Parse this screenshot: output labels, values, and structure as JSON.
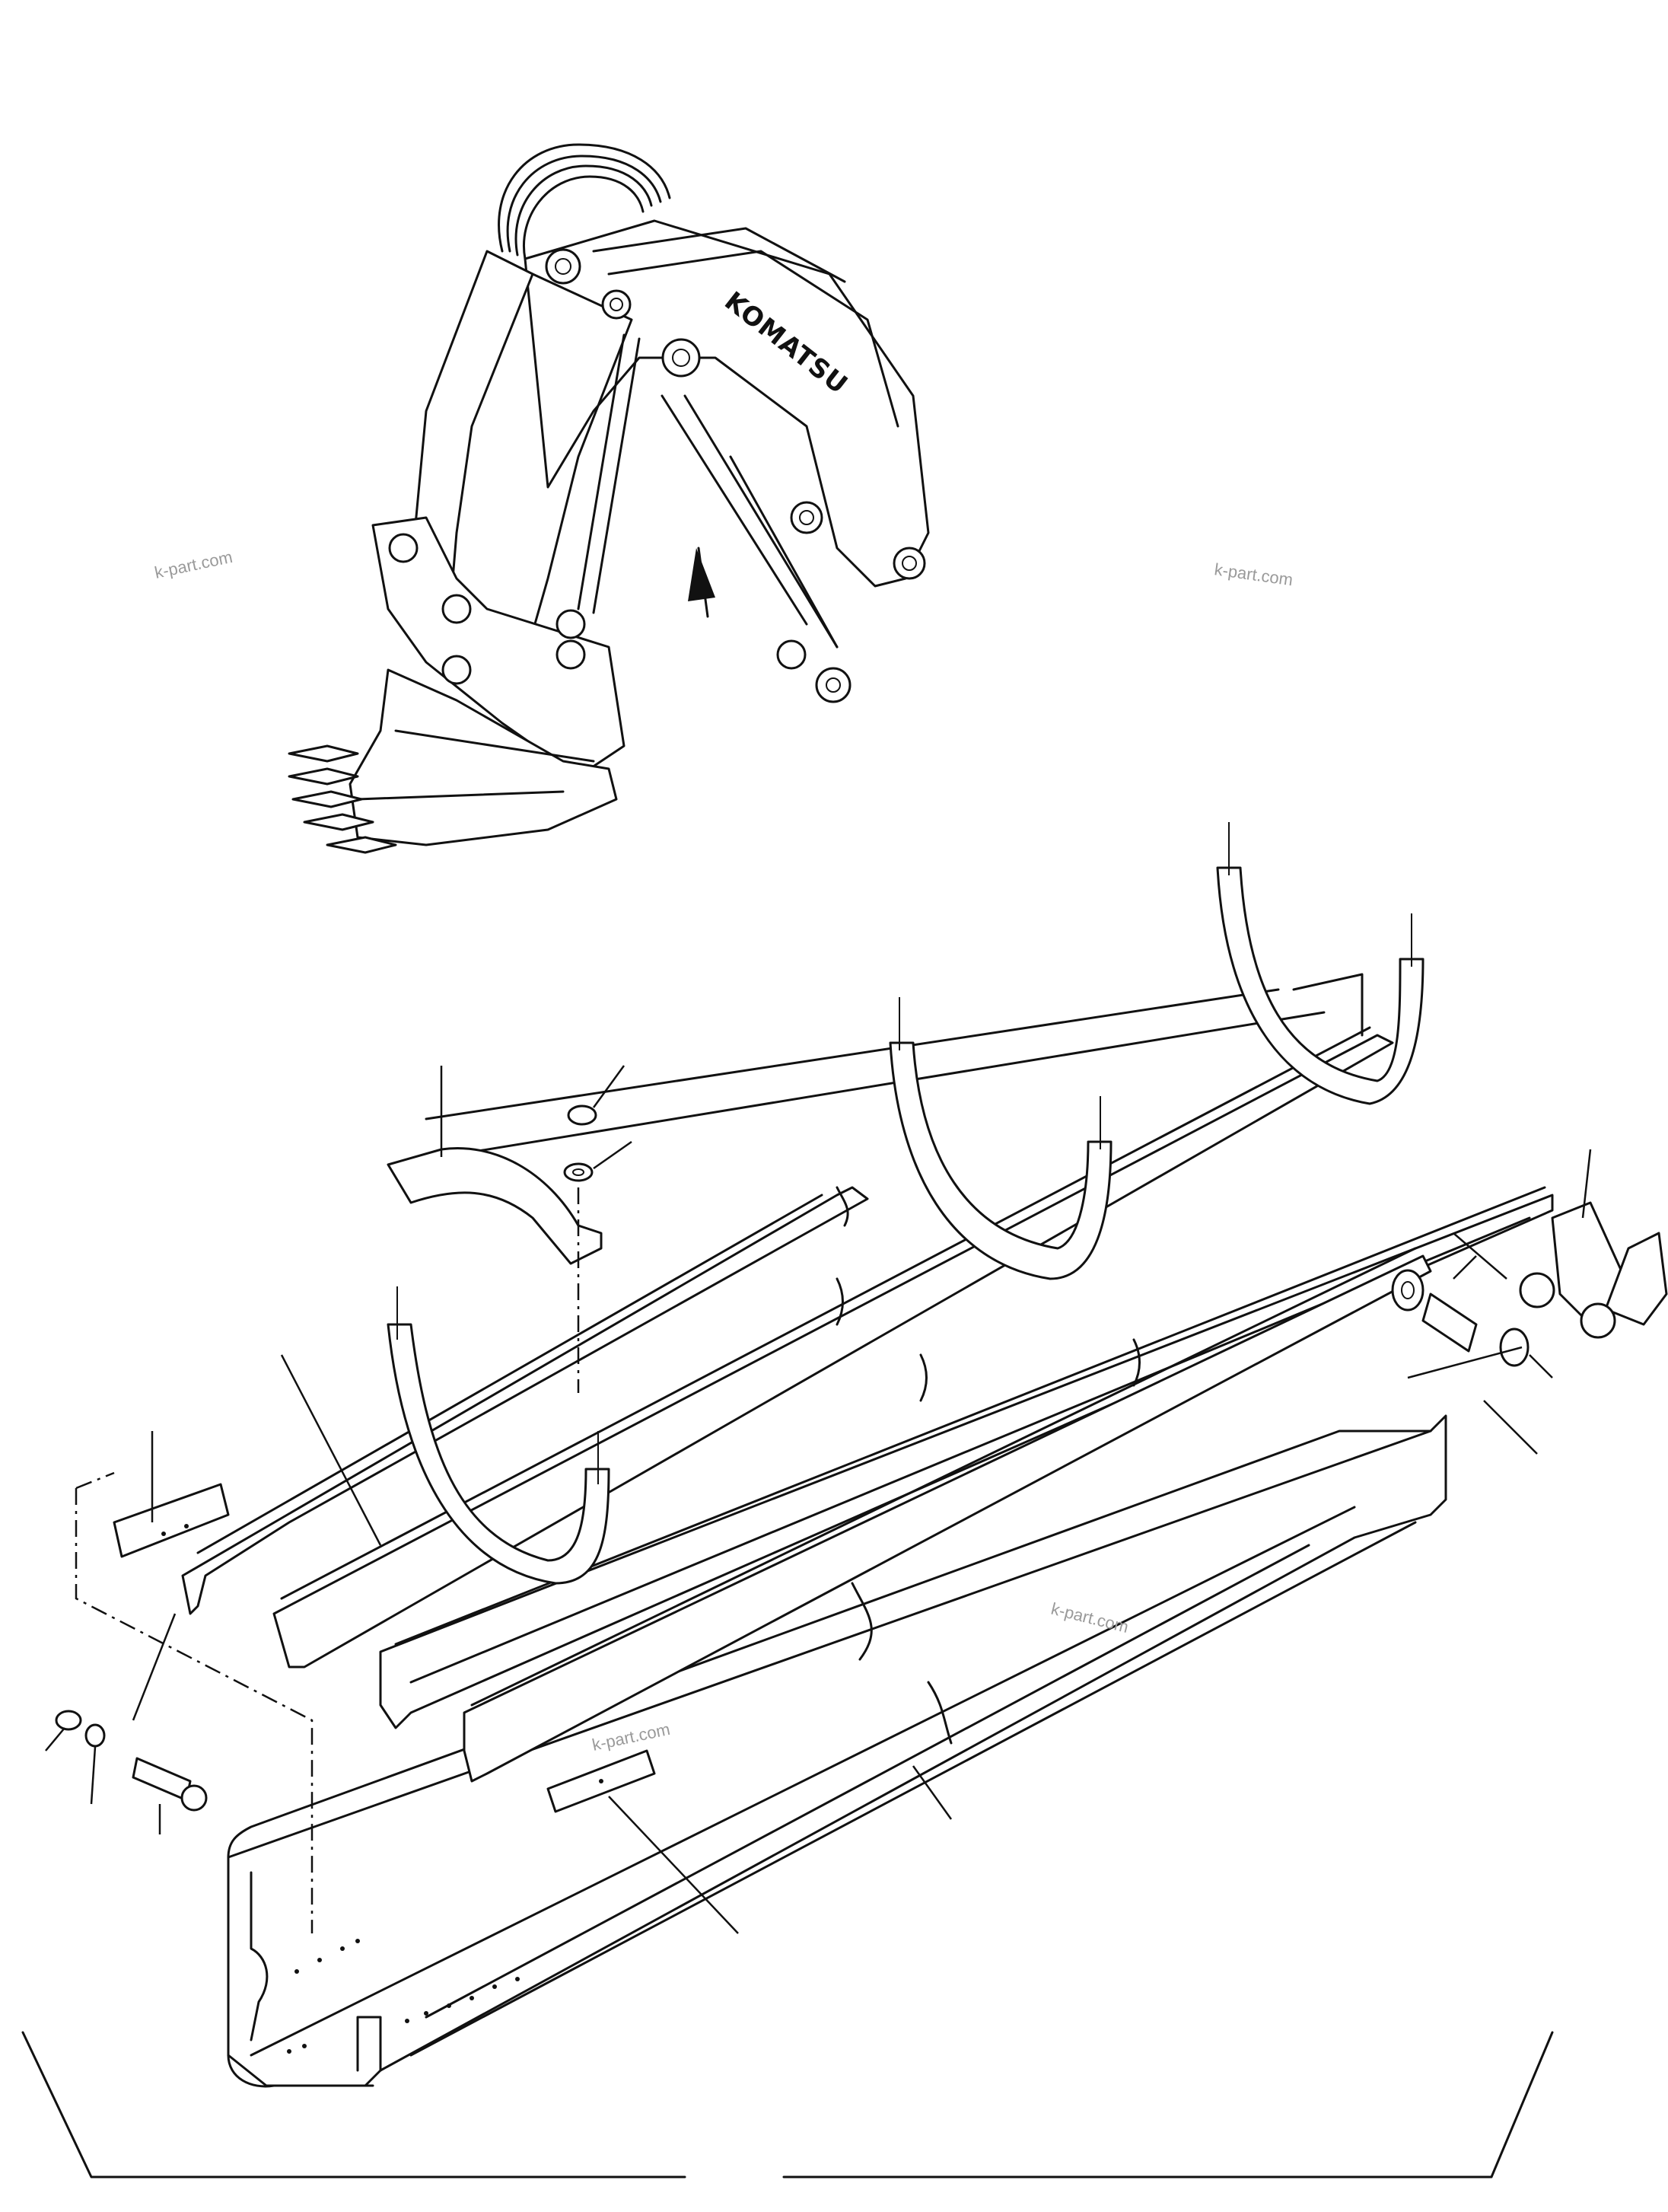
{
  "brand_label": "KOMATSU",
  "watermarks": [
    "k-part.com",
    "k-part.com",
    "k-part.com",
    "k-part.com"
  ]
}
